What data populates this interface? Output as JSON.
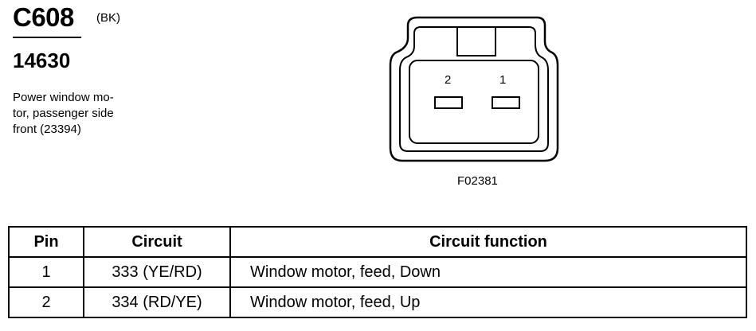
{
  "header": {
    "connector_id": "C608",
    "color_code": "(BK)",
    "part_number": "14630",
    "description": "Power window mo-\ntor, passenger side\nfront (23394)"
  },
  "figure": {
    "id": "F02381",
    "pin_labels": [
      "2",
      "1"
    ]
  },
  "table": {
    "headers": [
      "Pin",
      "Circuit",
      "Circuit function"
    ],
    "rows": [
      {
        "pin": "1",
        "circuit": "333 (YE/RD)",
        "function": "Window motor, feed, Down"
      },
      {
        "pin": "2",
        "circuit": "334 (RD/YE)",
        "function": "Window motor, feed, Up"
      }
    ]
  }
}
